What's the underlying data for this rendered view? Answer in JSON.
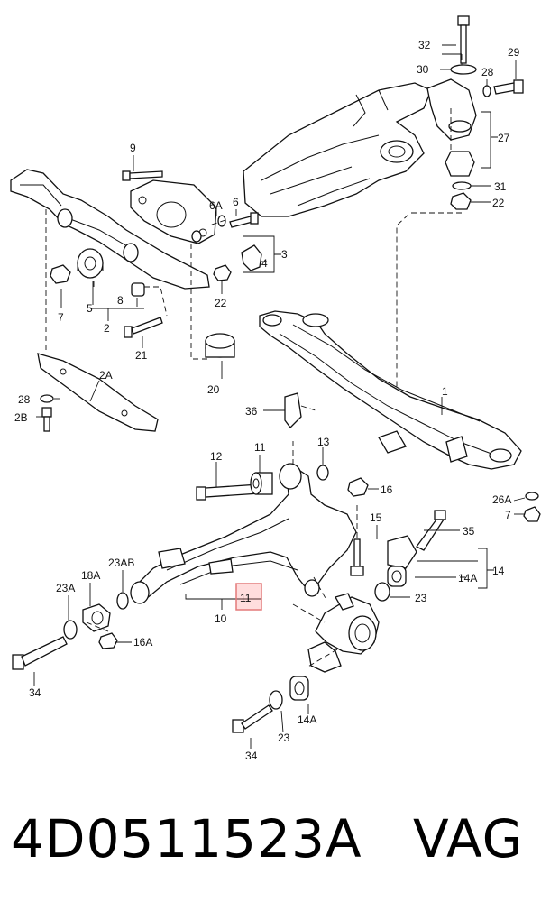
{
  "callouts": {
    "c1": "1",
    "c2": "2",
    "c2A": "2A",
    "c2B": "2B",
    "c3": "3",
    "c4": "4",
    "c5": "5",
    "c6": "6",
    "c6A": "6A",
    "c7a": "7",
    "c7b": "7",
    "c8": "8",
    "c9": "9",
    "c10": "10",
    "c11top": "11",
    "c11box": "11",
    "c13": "13",
    "c12": "12",
    "c14": "14",
    "c14Aa": "14A",
    "c14Ab": "14A",
    "c15": "15",
    "c16": "16",
    "c16A": "16A",
    "c18A": "18A",
    "c20": "20",
    "c21": "21",
    "c22a": "22",
    "c22b": "22",
    "c23a": "23",
    "c23b": "23",
    "c23A": "23A",
    "c23AB": "23AB",
    "c26A": "26A",
    "c27": "27",
    "c28a": "28",
    "c28b": "28",
    "c29": "29",
    "c30": "30",
    "c31": "31",
    "c32": "32",
    "c34a": "34",
    "c34b": "34",
    "c35": "35",
    "c36": "36"
  },
  "highlight_color": "#e37a7a",
  "footer": {
    "part_number": "4D0511523A",
    "brand": "VAG"
  }
}
